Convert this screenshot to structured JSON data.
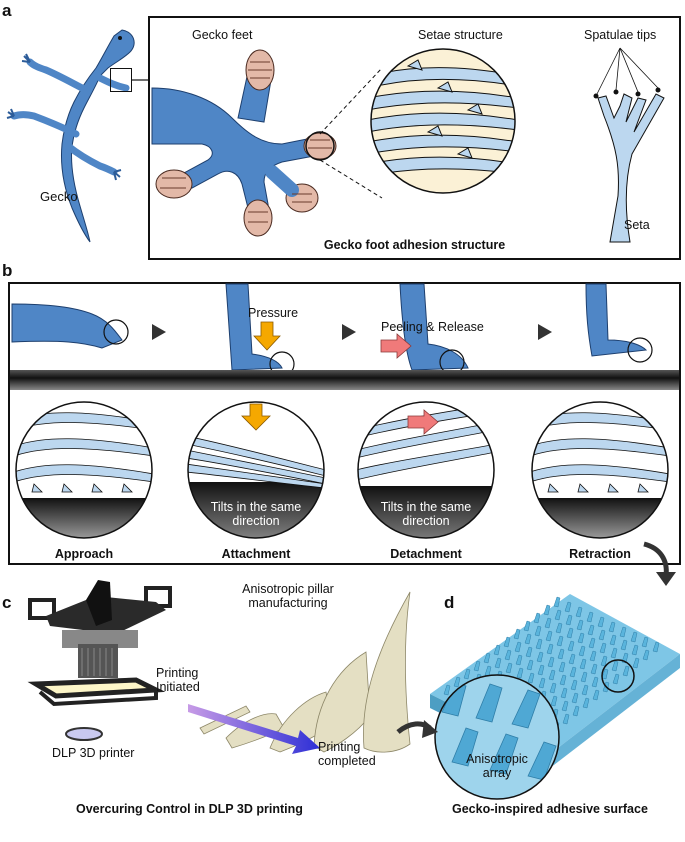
{
  "panels": {
    "a": {
      "label": "a",
      "gecko_label": "Gecko",
      "feet_label": "Gecko feet",
      "setae_label": "Setae structure",
      "spatulae_label": "Spatulae tips",
      "seta_label": "Seta",
      "caption": "Gecko foot adhesion structure"
    },
    "b": {
      "label": "b",
      "pressure_label": "Pressure",
      "peeling_label": "Peeling & Release",
      "tilt_attach": "Tilts in the same direction",
      "tilt_detach": "Tilts in the same direction",
      "stages": [
        "Approach",
        "Attachment",
        "Detachment",
        "Retraction"
      ]
    },
    "c": {
      "label": "c",
      "pillar_label": "Anisotropic pillar manufacturing",
      "printer_label": "DLP 3D printer",
      "initiated_label": "Printing Initiated",
      "completed_label": "Printing completed",
      "caption": "Overcuring Control in DLP 3D printing"
    },
    "d": {
      "label": "d",
      "array_label": "Anisotropic array",
      "caption": "Gecko-inspired adhesive surface"
    }
  },
  "colors": {
    "skin": "#4f86c6",
    "skin_dark": "#2c5c99",
    "setae": "#bcd7ef",
    "toe_pad": "#e3b9a8",
    "cream": "#fbf1d6",
    "pillar": "#e4dfc3",
    "surface": "#7ec6e6",
    "arrow_orange": "#f5a800",
    "arrow_pink": "#f07a7a",
    "gradient_start": "#c79be6",
    "gradient_end": "#2d2fd6"
  },
  "icons": [
    "gecko-icon",
    "gecko-foot-icon",
    "seta-icon",
    "printer-icon",
    "arrow-right-icon",
    "arrow-down-icon"
  ]
}
